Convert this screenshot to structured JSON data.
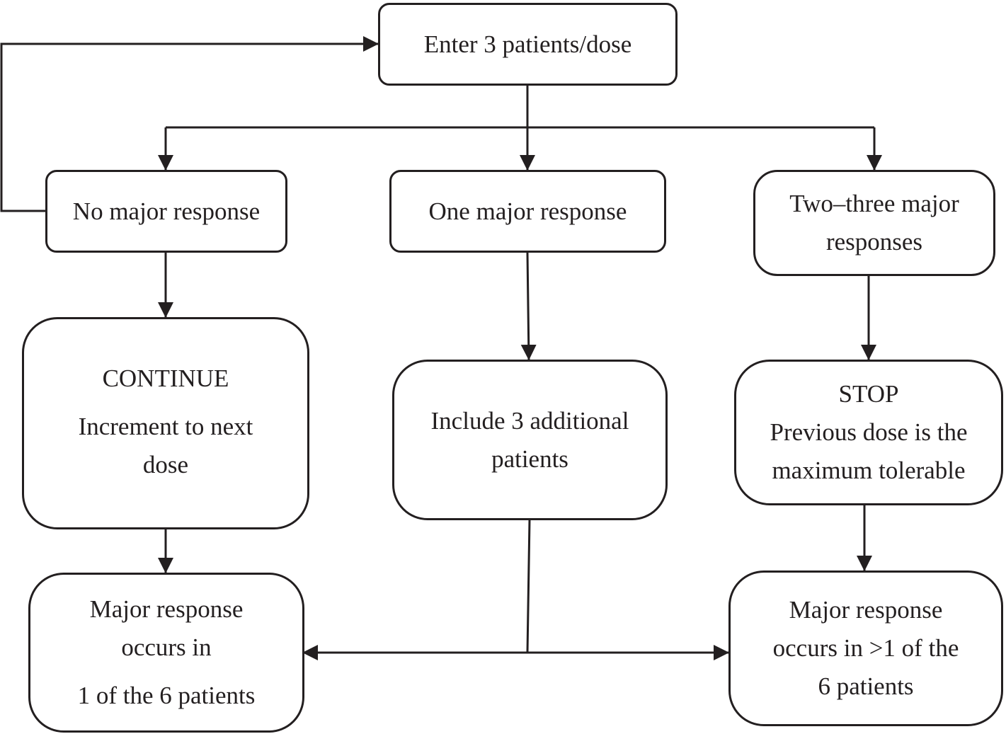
{
  "nodes": {
    "enter": {
      "lines": [
        "Enter 3 patients/dose"
      ]
    },
    "no_response": {
      "lines": [
        "No major response"
      ]
    },
    "one_response": {
      "lines": [
        "One major response"
      ]
    },
    "two_three_response": {
      "lines": [
        "Two–three major",
        "responses"
      ]
    },
    "continue": {
      "lines": [
        "CONTINUE",
        "Increment to next",
        "dose"
      ]
    },
    "include": {
      "lines": [
        "Include 3 additional",
        "patients"
      ]
    },
    "stop": {
      "lines": [
        "STOP",
        "Previous dose is the",
        "maximum tolerable"
      ]
    },
    "major_one_of_six": {
      "lines": [
        "Major response",
        "occurs in",
        "1 of the 6 patients"
      ]
    },
    "major_more_than_one": {
      "lines": [
        "Major response",
        "occurs in >1 of the",
        "6 patients"
      ]
    }
  },
  "edges": [
    {
      "from": "enter",
      "to": "no_response"
    },
    {
      "from": "enter",
      "to": "one_response"
    },
    {
      "from": "enter",
      "to": "two_three_response"
    },
    {
      "from": "no_response",
      "to": "enter"
    },
    {
      "from": "no_response",
      "to": "continue"
    },
    {
      "from": "one_response",
      "to": "include"
    },
    {
      "from": "two_three_response",
      "to": "stop"
    },
    {
      "from": "continue",
      "to": "major_one_of_six"
    },
    {
      "from": "stop",
      "to": "major_more_than_one"
    },
    {
      "from": "include",
      "to": "major_one_of_six"
    },
    {
      "from": "include",
      "to": "major_more_than_one"
    }
  ],
  "colors": {
    "stroke": "#231f20",
    "background": "#ffffff"
  }
}
